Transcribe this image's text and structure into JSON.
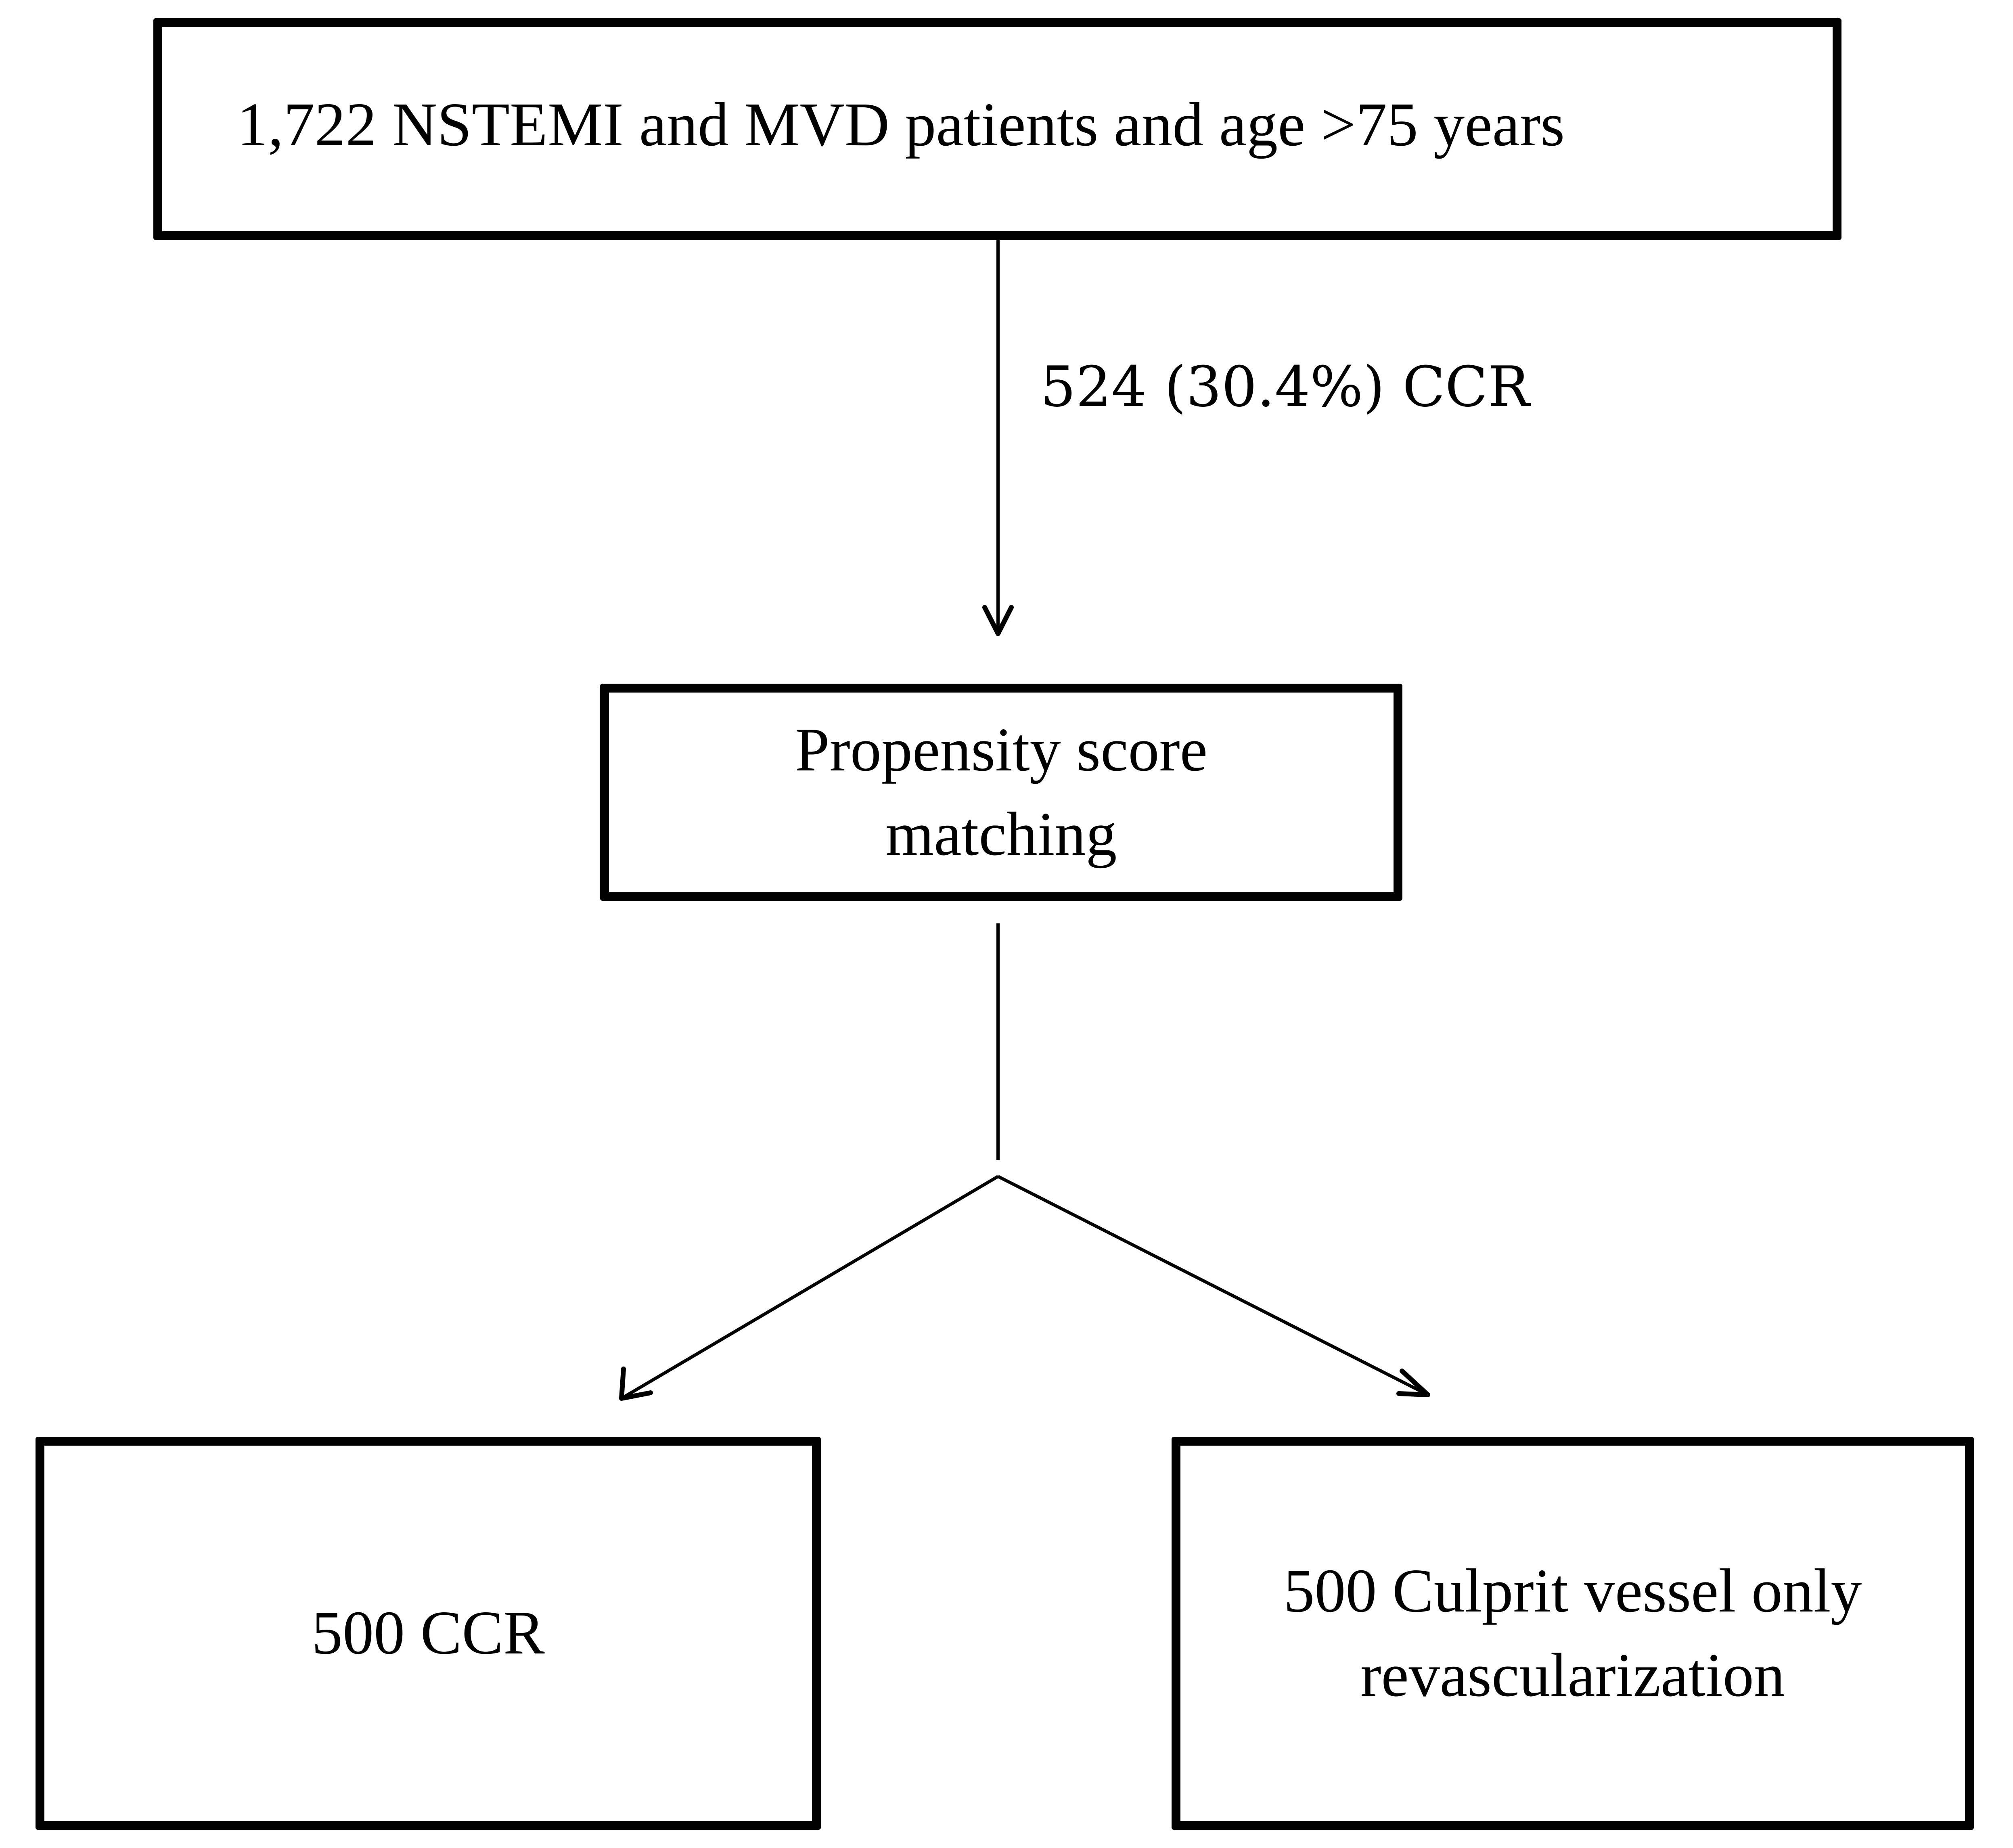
{
  "flowchart": {
    "top_box": {
      "text": "1,722  NSTEMI and MVD patients and age >75 years"
    },
    "edge_label": {
      "text": "524 (30.4%) CCR"
    },
    "middle_box": {
      "line1": "Propensity score",
      "line2": "matching"
    },
    "left_box": {
      "text": "500 CCR"
    },
    "right_box": {
      "line1": "500 Culprit vessel only",
      "line2": "revascularization"
    }
  },
  "style": {
    "line_color": "#000000",
    "box_fill": "#ffffff"
  }
}
